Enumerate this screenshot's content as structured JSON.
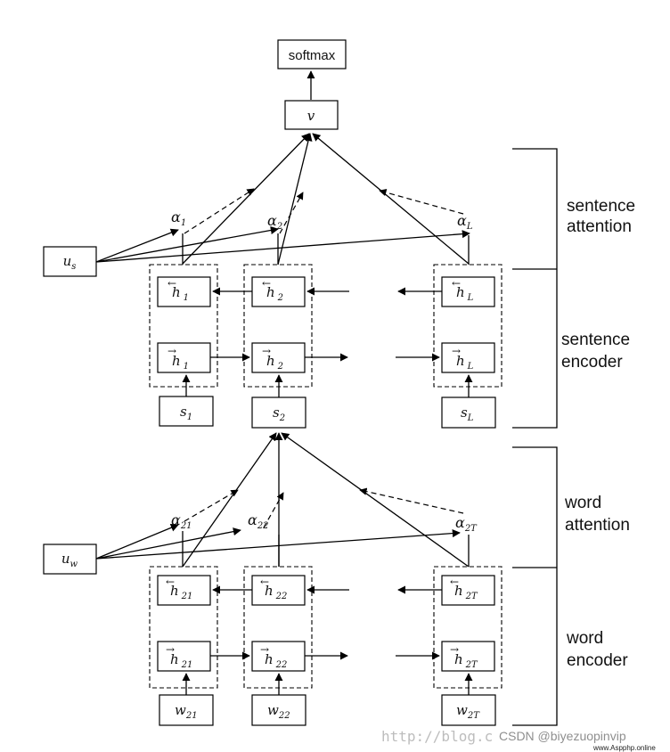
{
  "top": {
    "softmax": "softmax",
    "v": "v"
  },
  "brackets": {
    "sentence_attention": [
      "sentence",
      "attention"
    ],
    "sentence_encoder": [
      "sentence",
      "encoder"
    ],
    "word_attention": [
      "word",
      "attention"
    ],
    "word_encoder": [
      "word",
      "encoder"
    ]
  },
  "sentence_level": {
    "context": {
      "base": "u",
      "sub": "s"
    },
    "alphas": [
      {
        "base": "α",
        "sub": "1"
      },
      {
        "base": "α",
        "sub": "2"
      },
      {
        "base": "α",
        "sub": "L"
      }
    ],
    "backward_states": [
      {
        "base": "h",
        "sub": "1"
      },
      {
        "base": "h",
        "sub": "2"
      },
      {
        "base": "h",
        "sub": "L"
      }
    ],
    "forward_states": [
      {
        "base": "h",
        "sub": "1"
      },
      {
        "base": "h",
        "sub": "2"
      },
      {
        "base": "h",
        "sub": "L"
      }
    ],
    "inputs": [
      {
        "base": "s",
        "sub": "1"
      },
      {
        "base": "s",
        "sub": "2"
      },
      {
        "base": "s",
        "sub": "L"
      }
    ]
  },
  "word_level": {
    "context": {
      "base": "u",
      "sub": "w"
    },
    "alphas": [
      {
        "base": "α",
        "sub": "21"
      },
      {
        "base": "α",
        "sub": "22"
      },
      {
        "base": "α",
        "sub": "2T"
      }
    ],
    "backward_states": [
      {
        "base": "h",
        "sub": "21"
      },
      {
        "base": "h",
        "sub": "22"
      },
      {
        "base": "h",
        "sub": "2T"
      }
    ],
    "forward_states": [
      {
        "base": "h",
        "sub": "21"
      },
      {
        "base": "h",
        "sub": "22"
      },
      {
        "base": "h",
        "sub": "2T"
      }
    ],
    "inputs": [
      {
        "base": "w",
        "sub": "21"
      },
      {
        "base": "w",
        "sub": "22"
      },
      {
        "base": "w",
        "sub": "2T"
      }
    ]
  },
  "watermark": {
    "faint": "http://blog.c",
    "main": "CSDN @biyezuopinvip",
    "site": "www.Aspphp.online"
  }
}
